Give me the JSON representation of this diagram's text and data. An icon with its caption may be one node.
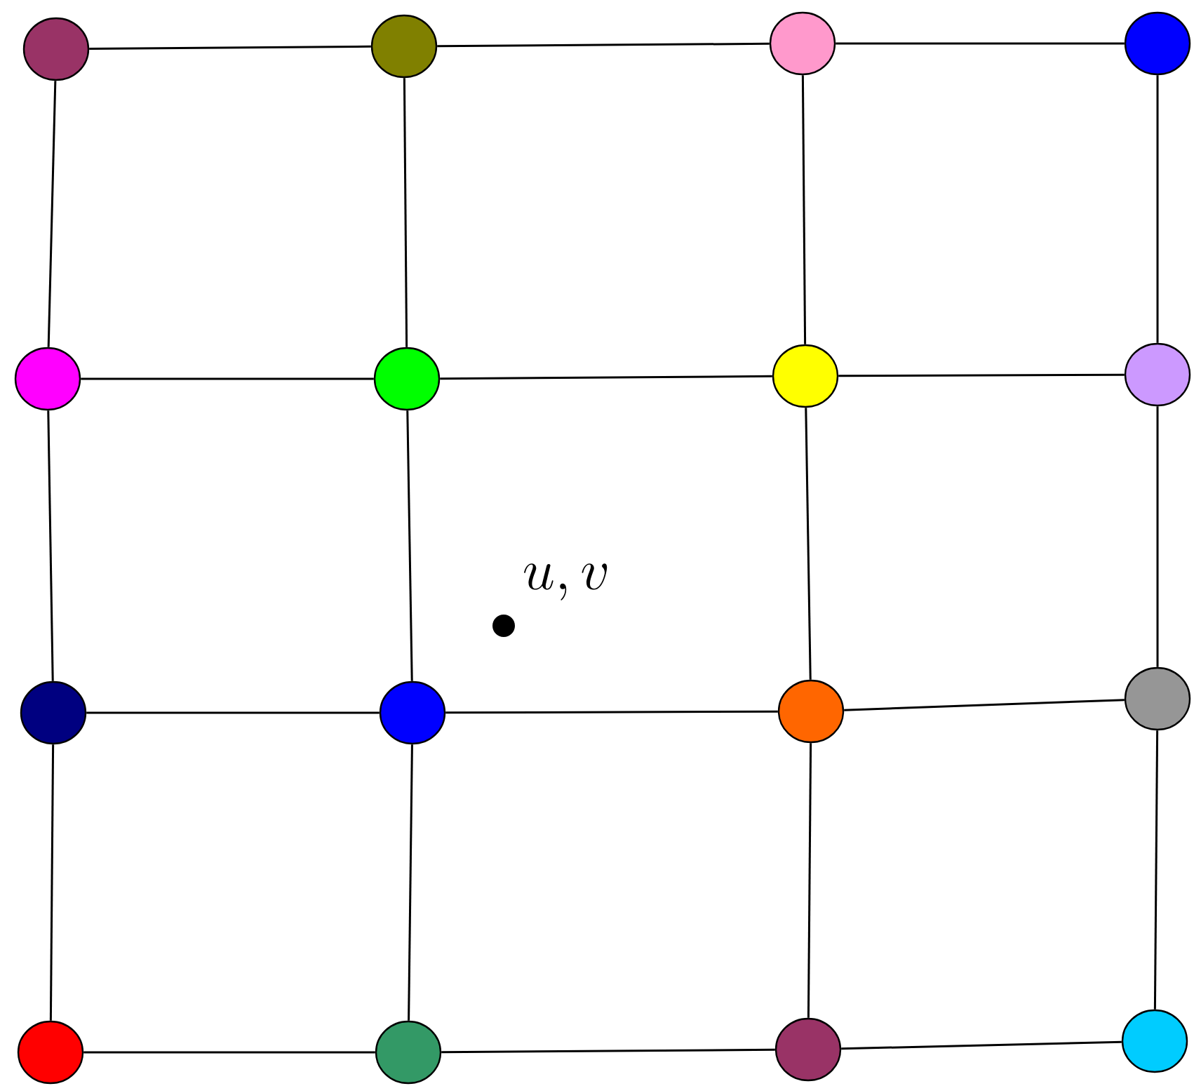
{
  "diagram": {
    "nodes": [
      {
        "text": [],
        "shape": "circle"
      },
      {
        "text": [],
        "shape": "circle"
      },
      {
        "text": [],
        "shape": "circle"
      },
      {
        "text": [],
        "shape": "circle"
      },
      {
        "text": [],
        "shape": "circle"
      },
      {
        "text": [],
        "shape": "circle"
      },
      {
        "text": [],
        "shape": "circle"
      },
      {
        "text": [],
        "shape": "circle"
      },
      {
        "text": [],
        "shape": "circle"
      },
      {
        "text": [],
        "shape": "circle"
      },
      {
        "text": [],
        "shape": "circle"
      },
      {
        "text": [],
        "shape": "circle"
      },
      {
        "text": [],
        "shape": "circle"
      },
      {
        "text": [],
        "shape": "circle"
      },
      {
        "text": [],
        "shape": "circle"
      },
      {
        "text": [],
        "shape": "circle"
      }
    ],
    "edges": [
      {
        "from": 0,
        "to": 1,
        "arrow": "none"
      },
      {
        "from": 1,
        "to": 2,
        "arrow": "none"
      },
      {
        "from": 2,
        "to": 3,
        "arrow": "none"
      },
      {
        "from": 0,
        "to": 4,
        "arrow": "none"
      },
      {
        "from": 1,
        "to": 5,
        "arrow": "none"
      },
      {
        "from": 2,
        "to": 6,
        "arrow": "none"
      },
      {
        "from": 3,
        "to": 7,
        "arrow": "none"
      },
      {
        "from": 4,
        "to": 5,
        "arrow": "none"
      },
      {
        "from": 5,
        "to": 6,
        "arrow": "none"
      },
      {
        "from": 6,
        "to": 7,
        "arrow": "none"
      },
      {
        "from": 4,
        "to": 8,
        "arrow": "none"
      },
      {
        "from": 5,
        "to": 9,
        "arrow": "none"
      },
      {
        "from": 6,
        "to": 10,
        "arrow": "none"
      },
      {
        "from": 7,
        "to": 11,
        "arrow": "none"
      },
      {
        "from": 8,
        "to": 9,
        "arrow": "none"
      },
      {
        "from": 9,
        "to": 10,
        "arrow": "none"
      },
      {
        "from": 10,
        "to": 11,
        "arrow": "none"
      },
      {
        "from": 8,
        "to": 12,
        "arrow": "none"
      },
      {
        "from": 9,
        "to": 13,
        "arrow": "none"
      },
      {
        "from": 10,
        "to": 14,
        "arrow": "none"
      },
      {
        "from": 11,
        "to": 15,
        "arrow": "none"
      },
      {
        "from": 12,
        "to": 13,
        "arrow": "none"
      },
      {
        "from": 13,
        "to": 14,
        "arrow": "none"
      },
      {
        "from": 14,
        "to": 15,
        "arrow": "none"
      }
    ],
    "labels": [
      "u,v"
    ]
  }
}
